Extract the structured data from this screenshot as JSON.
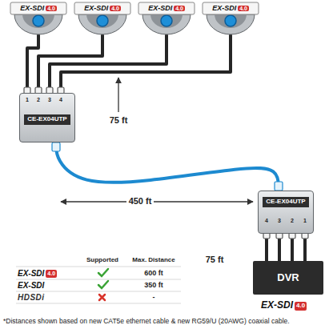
{
  "diagram": {
    "caption": "*Distances shown based on new CAT5e ethernet cable & new RG59/U (20AWG) coaxial cable.",
    "nodes": [
      {
        "text": [
          "EX-SDI",
          "4.0"
        ]
      },
      {
        "text": [
          "EX-SDI",
          "4.0"
        ]
      },
      {
        "text": [
          "EX-SDI",
          "4.0"
        ]
      },
      {
        "text": [
          "EX-SDI",
          "4.0"
        ]
      },
      {
        "text": [
          "CE-EX04UTP"
        ]
      },
      {
        "text": [
          "CE-EX04UTP"
        ]
      },
      {
        "text": [
          "DVR"
        ]
      }
    ],
    "edges": [
      {
        "from": 0,
        "to": 4,
        "arrow": "none"
      },
      {
        "from": 1,
        "to": 4,
        "arrow": "none"
      },
      {
        "from": 2,
        "to": 4,
        "arrow": "none"
      },
      {
        "from": 3,
        "to": 4,
        "arrow": "none"
      },
      {
        "from": 4,
        "to": 5,
        "arrow": "none"
      },
      {
        "from": 5,
        "to": 6,
        "arrow": "none"
      },
      {
        "from": 5,
        "to": 6,
        "arrow": "none"
      },
      {
        "from": 5,
        "to": 6,
        "arrow": "none"
      },
      {
        "from": 5,
        "to": 6,
        "arrow": "none"
      }
    ],
    "labels": [
      "1",
      "2",
      "3",
      "4",
      "75 ft",
      "450 ft",
      "4",
      "3",
      "2",
      "1",
      "75 ft",
      "Supported",
      "Max. Distance",
      "EX-SDI",
      "4.0",
      "600 ft",
      "EX-SDI",
      "350 ft",
      "HDSDi",
      "-",
      "EX-SDI",
      "4.0"
    ]
  }
}
